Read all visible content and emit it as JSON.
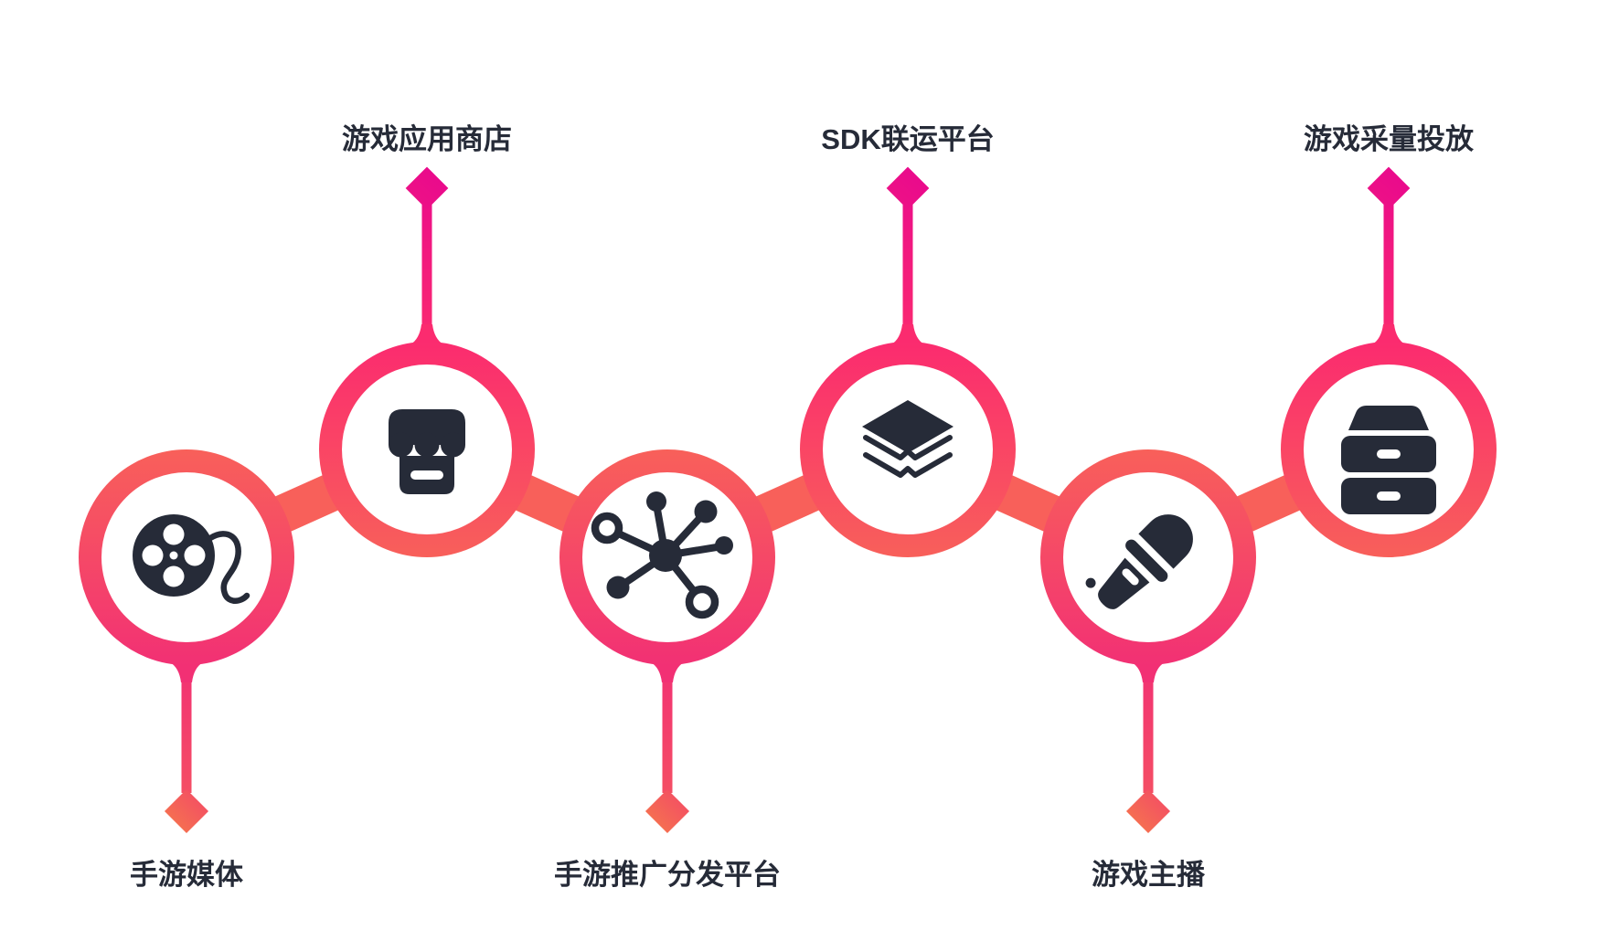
{
  "diagram": {
    "type": "chain-roadmap",
    "nodes": [
      {
        "label": "手游媒体",
        "icon": "film-reel-icon",
        "label_position": "bottom"
      },
      {
        "label": "游戏应用商店",
        "icon": "storefront-icon",
        "label_position": "top"
      },
      {
        "label": "手游推广分发平台",
        "icon": "network-hub-icon",
        "label_position": "bottom"
      },
      {
        "label": "SDK联运平台",
        "icon": "layers-icon",
        "label_position": "top"
      },
      {
        "label": "游戏主播",
        "icon": "microphone-icon",
        "label_position": "bottom"
      },
      {
        "label": "游戏采量投放",
        "icon": "storage-server-icon",
        "label_position": "top"
      }
    ]
  },
  "colors": {
    "magenta": "#E9098D",
    "pink": "#FB2B6F",
    "coral": "#F8605A",
    "rose": "#F23074",
    "rose_light": "#F44E64",
    "coral_orange": "#F5744E",
    "icon_dark": "#262B38",
    "text": "#262B38",
    "background": "#FFFFFF"
  }
}
